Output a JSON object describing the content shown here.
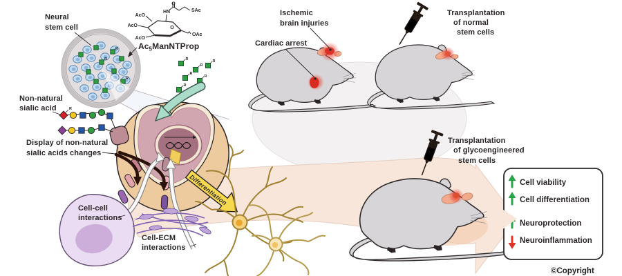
{
  "glyph": {
    "r": "R"
  },
  "dish": {
    "label1": "Neural",
    "label2": "stem cell"
  },
  "chem": {
    "name_ac": "Ac",
    "name_sub": "5",
    "name_rest": "ManNTProp",
    "aco_top": "AcO",
    "aco_mid": "AcO",
    "aco_bot": "AcO",
    "hn": "HN",
    "o_carbonyl": "O",
    "o_ring": "O",
    "sac": "SAc",
    "oac": "OAc"
  },
  "sialic": {
    "label1": "Non-natural",
    "label2": "sialic acid"
  },
  "display_change": {
    "label1": "Display of non-natural",
    "label2": "sialic acids changes"
  },
  "cell_cell": {
    "label1": "Cell-cell",
    "label2": "interactions"
  },
  "cell_ecm": {
    "label1": "Cell-ECM",
    "label2": "interactions"
  },
  "differentiation": {
    "label": "Differentiation"
  },
  "mouse_injury": {
    "ischemic1": "Ischemic",
    "ischemic2": "brain injuries",
    "cardiac": "Cardiac arrest"
  },
  "transplant_normal": {
    "line1": "Transplantation",
    "line2": "of normal",
    "line3": "stem cells"
  },
  "transplant_glyco": {
    "line1": "Transplantation",
    "line2": "of glycoengineered",
    "line3": "stem cells"
  },
  "results": {
    "items": [
      {
        "direction": "up",
        "color": "#27a348",
        "label": "Cell viability"
      },
      {
        "direction": "up",
        "color": "#27a348",
        "label": "Cell differentiation"
      },
      {
        "direction": "up",
        "color": "#27a348",
        "label": "Neuroprotection"
      },
      {
        "direction": "down",
        "color": "#e03127",
        "label": "Neuroinflammation"
      }
    ]
  },
  "figure": {
    "copyright": "©Copyright"
  }
}
